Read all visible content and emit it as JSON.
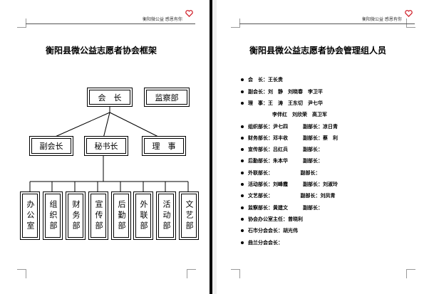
{
  "left": {
    "header_text": "衡阳微公益 感恩有你",
    "title": "衡阳县微公益志愿者协会框架",
    "top_boxes": [
      "会　长",
      "监察部"
    ],
    "mid_boxes": [
      "副会长",
      "秘书长",
      "理　事"
    ],
    "departments": [
      "办公室",
      "组织部",
      "财务部",
      "宣传部",
      "后勤部",
      "外联部",
      "活动部",
      "文艺部"
    ]
  },
  "right": {
    "header_text": "衡阳微公益 感恩有你",
    "title": "衡阳县微公益志愿者协会管理组人员",
    "rows": [
      {
        "bullet": true,
        "text": "会　长：王长贵"
      },
      {
        "bullet": true,
        "text": "副会长：刘　静　刘晓春　李卫平"
      },
      {
        "bullet": true,
        "text": "理　事：王　涛　王东切　尹七华"
      },
      {
        "bullet": false,
        "text": "李伴红　刘欣荣　高卫军"
      },
      {
        "bullet": true,
        "text": "组织部长：尹七四　　　副部长：凉日青"
      },
      {
        "bullet": true,
        "text": "财务部长：邓丰收　　　副部长：蔡　利"
      },
      {
        "bullet": true,
        "text": "宣传部长：吕红兵　　　副部长："
      },
      {
        "bullet": true,
        "text": "后勤部长：朱本华　　　副部长："
      },
      {
        "bullet": true,
        "text": "外联部长：　　　　　　副部长："
      },
      {
        "bullet": true,
        "text": "活动部长：刘峰霞　　　副部长：刘淑玲"
      },
      {
        "bullet": true,
        "text": "文艺部长：　　　　　　副部长：刘凤青"
      },
      {
        "bullet": true,
        "text": "监察部长：黄建文　　　副部长："
      },
      {
        "bullet": true,
        "text": "协会办公室主任：曾晓利"
      },
      {
        "bullet": true,
        "text": "石市分会会长：胡光伟"
      },
      {
        "bullet": true,
        "text": "曲兰分会会长："
      }
    ]
  },
  "colors": {
    "page": "#ffffff",
    "background": "#808080",
    "logo": "#d0202a"
  }
}
